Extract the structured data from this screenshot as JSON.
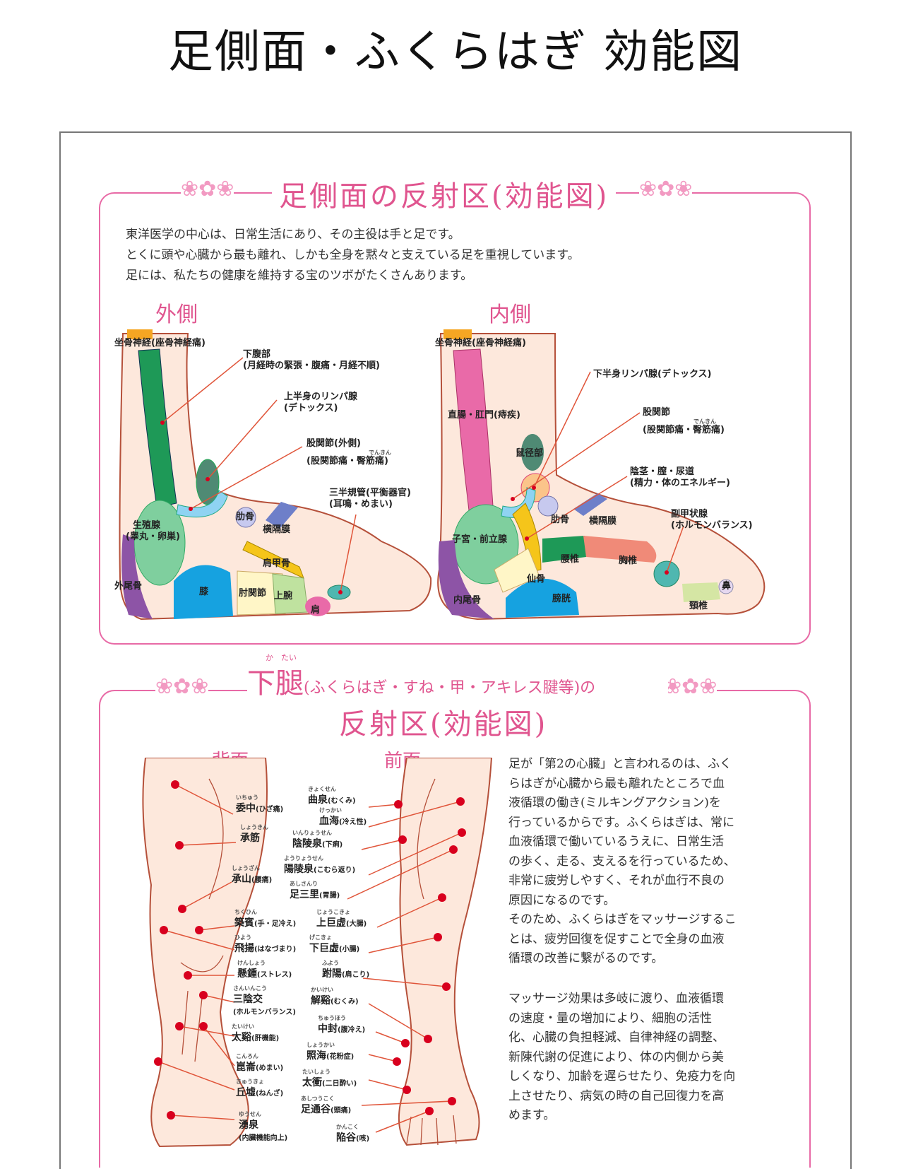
{
  "page_title": "足側面・ふくらはぎ 効能図",
  "section1": {
    "title": "足側面の反射区(効能図)",
    "intro": [
      "東洋医学の中心は、日常生活にあり、その主役は手と足です。",
      "とくに頭や心臓から最も離れ、しかも全身を黙々と支えている足を重視しています。",
      "足には、私たちの健康を維持する宝のツボがたくさんあります。"
    ],
    "outer": {
      "label": "外側",
      "zones": {
        "sciatic": "坐骨神経(座骨神経痛)",
        "lower_abdomen": "下腹部",
        "lower_abdomen_sub": "(月経時の緊張・腹痛・月経不順)",
        "upper_lymph": "上半身のリンパ腺",
        "upper_lymph_sub": "(デトックス)",
        "hip_joint": "股関節(外側)",
        "hip_joint_ruby": "でんきん",
        "hip_joint_sub": "(股関節痛・臀筋痛)",
        "semicircular": "三半規管(平衡器官)",
        "semicircular_sub": "(耳鳴・めまい)",
        "gonad": "生殖腺",
        "gonad_sub": "(睾丸・卵巣)",
        "rib": "肋骨",
        "diaphragm": "横隔膜",
        "scapula": "肩甲骨",
        "coccyx": "外尾骨",
        "knee": "膝",
        "elbow": "肘関節",
        "upper_arm": "上腕",
        "shoulder": "肩"
      }
    },
    "inner": {
      "label": "内側",
      "zones": {
        "sciatic": "坐骨神経(座骨神経痛)",
        "lower_lymph": "下半身リンパ腺(デトックス)",
        "rectum": "直腸・肛門(痔疾)",
        "hip_joint": "股関節",
        "hip_joint_ruby": "でんきん",
        "hip_joint_sub": "(股関節痛・臀筋痛)",
        "groin": "鼠径部",
        "genital": "陰茎・膣・尿道",
        "genital_sub": "(精力・体のエネルギー)",
        "parathyroid": "副甲状腺",
        "parathyroid_sub": "(ホルモンバランス)",
        "rib": "肋骨",
        "diaphragm": "横隔膜",
        "uterus": "子宮・前立腺",
        "lumbar": "腰椎",
        "thoracic": "胸椎",
        "sacrum": "仙骨",
        "coccyx": "内尾骨",
        "bladder": "膀胱",
        "cervical": "頸椎",
        "nose": "鼻"
      }
    }
  },
  "section2": {
    "title_ruby": "か　たい",
    "title_main": "下腿",
    "title_paren": "(ふくらはぎ・すね・甲・アキレス腱等)の",
    "title_line2": "反射区(効能図)",
    "back_label": "背面",
    "front_label": "前面",
    "back_points": [
      {
        "ruby": "いちゅう",
        "name": "委中",
        "effect": "(ひざ痛)"
      },
      {
        "ruby": "しょうきん",
        "name": "承筋",
        "effect": ""
      },
      {
        "ruby": "しょうざん",
        "name": "承山",
        "effect": "(腰痛)"
      },
      {
        "ruby": "ちくひん",
        "name": "築賓",
        "effect": "(手・足冷え)"
      },
      {
        "ruby": "ひよう",
        "name": "飛揚",
        "effect": "(はなづまり)"
      },
      {
        "ruby": "けんしょう",
        "name": "懸鍾",
        "effect": "(ストレス)"
      },
      {
        "ruby": "さんいんこう",
        "name": "三陰交",
        "effect": "(ホルモンバランス)"
      },
      {
        "ruby": "たいけい",
        "name": "太谿",
        "effect": "(肝機能)"
      },
      {
        "ruby": "こんろん",
        "name": "崑崙",
        "effect": "(めまい)"
      },
      {
        "ruby": "きゅうきょ",
        "name": "丘墟",
        "effect": "(ねんざ)"
      },
      {
        "ruby": "ゆうせん",
        "name": "湧泉",
        "effect": "(内臓機能向上)"
      }
    ],
    "front_points": [
      {
        "ruby": "きょくせん",
        "name": "曲泉",
        "effect": "(むくみ)"
      },
      {
        "ruby": "けっかい",
        "name": "血海",
        "effect": "(冷え性)"
      },
      {
        "ruby": "いんりょうせん",
        "name": "陰陵泉",
        "effect": "(下痢)"
      },
      {
        "ruby": "ようりょうせん",
        "name": "陽陵泉",
        "effect": "(こむら返り)"
      },
      {
        "ruby": "あしさんり",
        "name": "足三里",
        "effect": "(胃腸)"
      },
      {
        "ruby": "じょうこきょ",
        "name": "上巨虚",
        "effect": "(大腸)"
      },
      {
        "ruby": "げこきょ",
        "name": "下巨虚",
        "effect": "(小腸)"
      },
      {
        "ruby": "ふよう",
        "name": "跗陽",
        "effect": "(肩こり)"
      },
      {
        "ruby": "かいけい",
        "name": "解谿",
        "effect": "(むくみ)"
      },
      {
        "ruby": "ちゅうほう",
        "name": "中封",
        "effect": "(腹冷え)"
      },
      {
        "ruby": "しょうかい",
        "name": "照海",
        "effect": "(花粉症)"
      },
      {
        "ruby": "たいしょう",
        "name": "太衝",
        "effect": "(二日酔い)"
      },
      {
        "ruby": "あしつうこく",
        "name": "足通谷",
        "effect": "(頭痛)"
      },
      {
        "ruby": "かんこく",
        "name": "陥谷",
        "effect": "(咳)"
      }
    ],
    "text1": [
      "足が「第2の心臓」と言われるのは、ふく",
      "らはぎが心臓から最も離れたところで血",
      "液循環の働き(ミルキングアクション)を",
      "行っているからです。ふくらはぎは、常に",
      "血液循環で働いているうえに、日常生活",
      "の歩く、走る、支えるを行っているため、",
      "非常に疲労しやすく、それが血行不良の",
      "原因になるのです。",
      "そのため、ふくらはぎをマッサージするこ",
      "とは、疲労回復を促すことで全身の血液",
      "循環の改善に繋がるのです。"
    ],
    "text2": [
      "マッサージ効果は多岐に渡り、血液循環",
      "の速度・量の増加により、細胞の活性",
      "化、心臓の負担軽減、自律神経の調整、",
      "新陳代謝の促進により、体の内側から美",
      "しくなり、加齢を遅らせたり、免疫力を向",
      "上させたり、病気の時の自己回復力を高",
      "めます。"
    ]
  },
  "colors": {
    "accent_pink": "#e0558f",
    "skin": "#fde8dc",
    "outline": "#b5503a",
    "point_red": "#d8001e",
    "green": "#1e9957",
    "pink_zone": "#e96aa8",
    "mint": "#7fcf9e",
    "blue": "#16a2e0",
    "yellow": "#f5c51a",
    "purple": "#8d54a6",
    "teal": "#4fb7b0"
  }
}
